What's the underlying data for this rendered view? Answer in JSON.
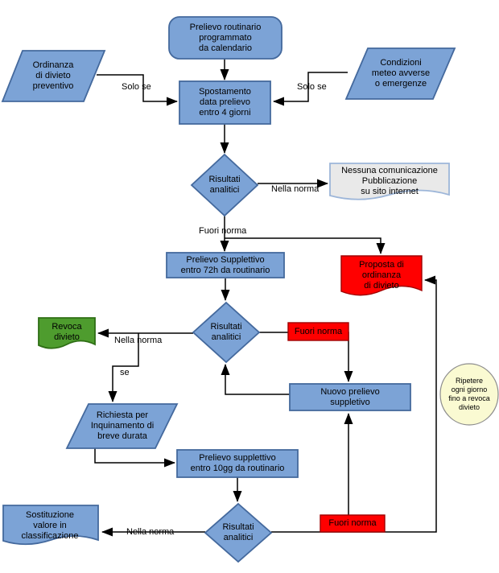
{
  "colors": {
    "node_blue": "#7CA3D6",
    "node_blue_border": "#44699D",
    "red": "#FF0000",
    "red_border": "#A00000",
    "green": "#4E9C2E",
    "green_border": "#2E6E14",
    "gray_doc": "#E9E9E9",
    "gray_doc_border": "#9DB6D9",
    "yellow": "#FAFAD2",
    "yellow_border": "#8C8C8C",
    "line": "#000000",
    "text": "#000000"
  },
  "nodes": {
    "prelievo_routinario": {
      "shape": "rounded-rect",
      "label": "Prelievo routinario\nprogrammato\nda calendario"
    },
    "ordinanza_preventivo": {
      "shape": "parallelogram",
      "label": "Ordinanza\ndi divieto\npreventivo"
    },
    "condizioni_meteo": {
      "shape": "parallelogram",
      "label": "Condizioni\nmeteo avverse\no emergenze"
    },
    "spostamento": {
      "shape": "rect",
      "label": "Spostamento\ndata prelievo\nentro 4 giorni"
    },
    "risultati_1": {
      "shape": "diamond",
      "label": "Risultati\nanalitici"
    },
    "nessuna_comunicazione": {
      "shape": "document",
      "label": "Nessuna comunicazione\nPubblicazione\nsu sito internet"
    },
    "prelievo_72h": {
      "shape": "rect",
      "label": "Prelievo Supplettivo\nentro 72h da routinario"
    },
    "proposta_ordinanza": {
      "shape": "document",
      "label": "Proposta di\nordinanza\ndi divieto"
    },
    "risultati_2": {
      "shape": "diamond",
      "label": "Risultati\nanalitici"
    },
    "revoca_divieto": {
      "shape": "document",
      "label": "Revoca\ndivieto"
    },
    "fuori_norma_tag_1": {
      "shape": "rect",
      "label": "Fuori norma"
    },
    "nuovo_prelievo": {
      "shape": "rect",
      "label": "Nuovo prelievo\nsuppletivo"
    },
    "ripetere": {
      "shape": "ellipse",
      "label": "Ripetere\nogni giorno\nfino a revoca\ndivieto"
    },
    "richiesta_inquinamento": {
      "shape": "parallelogram",
      "label": "Richiesta per\nInquinamento di\nbreve durata"
    },
    "prelievo_10gg": {
      "shape": "rect",
      "label": "Prelievo supplettivo\nentro 10gg da routinario"
    },
    "risultati_3": {
      "shape": "diamond",
      "label": "Risultati\nanalitici"
    },
    "sostituzione": {
      "shape": "document",
      "label": "Sostituzione\nvalore in\nclassificazione"
    },
    "fuori_norma_tag_2": {
      "shape": "rect",
      "label": "Fuori norma"
    }
  },
  "edge_labels": {
    "solo_se_left": "Solo se",
    "solo_se_right": "Solo se",
    "nella_norma_1": "Nella norma",
    "fuori_norma_1": "Fuori norma",
    "nella_norma_2": "Nella norma",
    "se": "se",
    "nella_norma_3": "Nella norma"
  }
}
